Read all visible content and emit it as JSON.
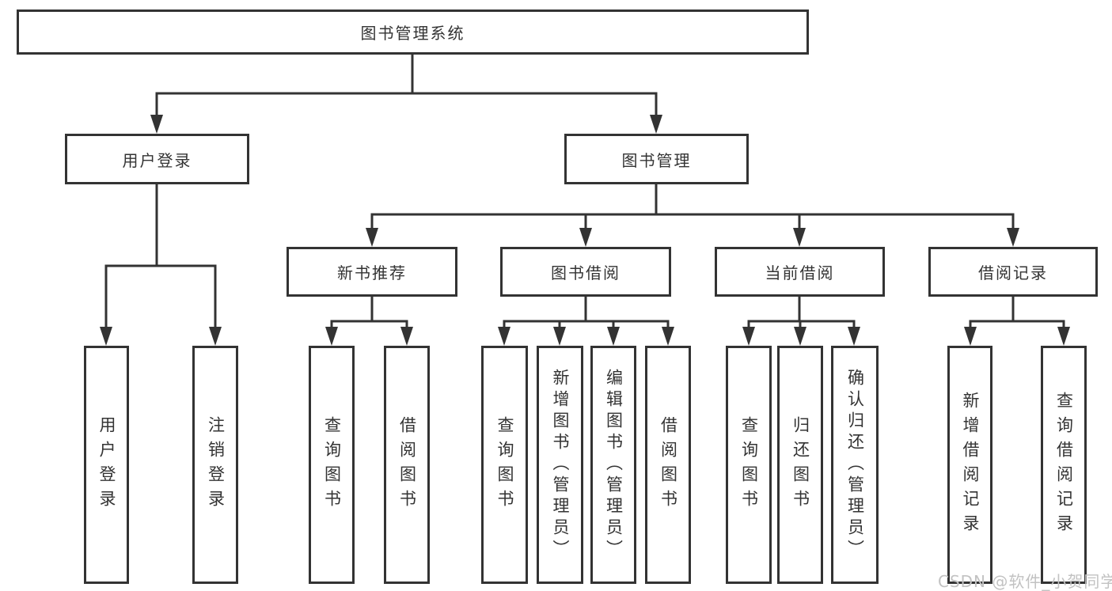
{
  "tree": {
    "root": {
      "label": "图书管理系统"
    },
    "children": [
      {
        "label": "用户登录",
        "children": [
          {
            "label": "用户登录"
          },
          {
            "label": "注销登录"
          }
        ]
      },
      {
        "label": "图书管理",
        "children": [
          {
            "label": "新书推荐",
            "children": [
              {
                "label": "查询图书"
              },
              {
                "label": "借阅图书"
              }
            ]
          },
          {
            "label": "图书借阅",
            "children": [
              {
                "label": "查询图书"
              },
              {
                "label": "新增图书（管理员）"
              },
              {
                "label": "编辑图书（管理员）"
              },
              {
                "label": "借阅图书"
              }
            ]
          },
          {
            "label": "当前借阅",
            "children": [
              {
                "label": "查询图书"
              },
              {
                "label": "归还图书"
              },
              {
                "label": "确认归还（管理员）"
              }
            ]
          },
          {
            "label": "借阅记录",
            "children": [
              {
                "label": "新增借阅记录"
              },
              {
                "label": "查询借阅记录"
              }
            ]
          }
        ]
      }
    ]
  },
  "watermark": "CSDN @软件_小贺同学",
  "colors": {
    "line": "#333333",
    "box_border": "#333333",
    "text": "#333333",
    "watermark": "#c2c2c2",
    "background": "#ffffff"
  }
}
